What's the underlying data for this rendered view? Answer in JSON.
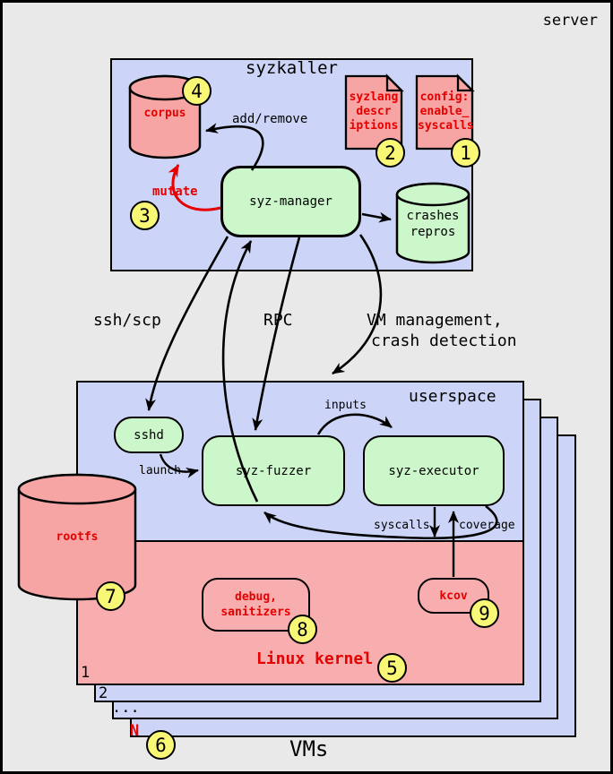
{
  "server_label": "server",
  "syzkaller": {
    "title": "syzkaller",
    "corpus_label": "corpus",
    "add_remove_label": "add/remove",
    "mutate_label": "mutate",
    "manager_label": "syz-manager",
    "crashes_lines": [
      "crashes",
      "repros"
    ],
    "doc_descriptions": {
      "lines": [
        "syzlang",
        "descr",
        "iptions"
      ]
    },
    "doc_config": {
      "lines": [
        "config:",
        "enable_",
        "syscalls"
      ]
    }
  },
  "links": {
    "ssh_label": "ssh/scp",
    "rpc_label": "RPC",
    "vm_mgmt_lines": [
      "VM management,",
      "crash detection"
    ],
    "launch_label": "launch",
    "inputs_label": "inputs",
    "syscalls_label": "syscalls",
    "coverage_label": "coverage"
  },
  "vm": {
    "userspace_label": "userspace",
    "sshd_label": "sshd",
    "fuzzer_label": "syz-fuzzer",
    "executor_label": "syz-executor",
    "kernel_label": "Linux kernel",
    "debug_lines": [
      "debug,",
      "sanitizers"
    ],
    "kcov_label": "kcov",
    "rootfs_label": "rootfs",
    "stack_labels": [
      "1",
      "2",
      "...",
      "N"
    ],
    "vms_label": "VMs"
  },
  "badges": [
    "1",
    "2",
    "3",
    "4",
    "5",
    "6",
    "7",
    "8",
    "9"
  ],
  "colors": {
    "background": "#e9e9e9",
    "box_blue": "#ccd5f7",
    "node_green": "#ccf7cb",
    "pink": "#f7a4a4",
    "kernel_pink": "#f8aeae",
    "badge_yellow": "#f9f876",
    "accent_red": "#e60000"
  }
}
